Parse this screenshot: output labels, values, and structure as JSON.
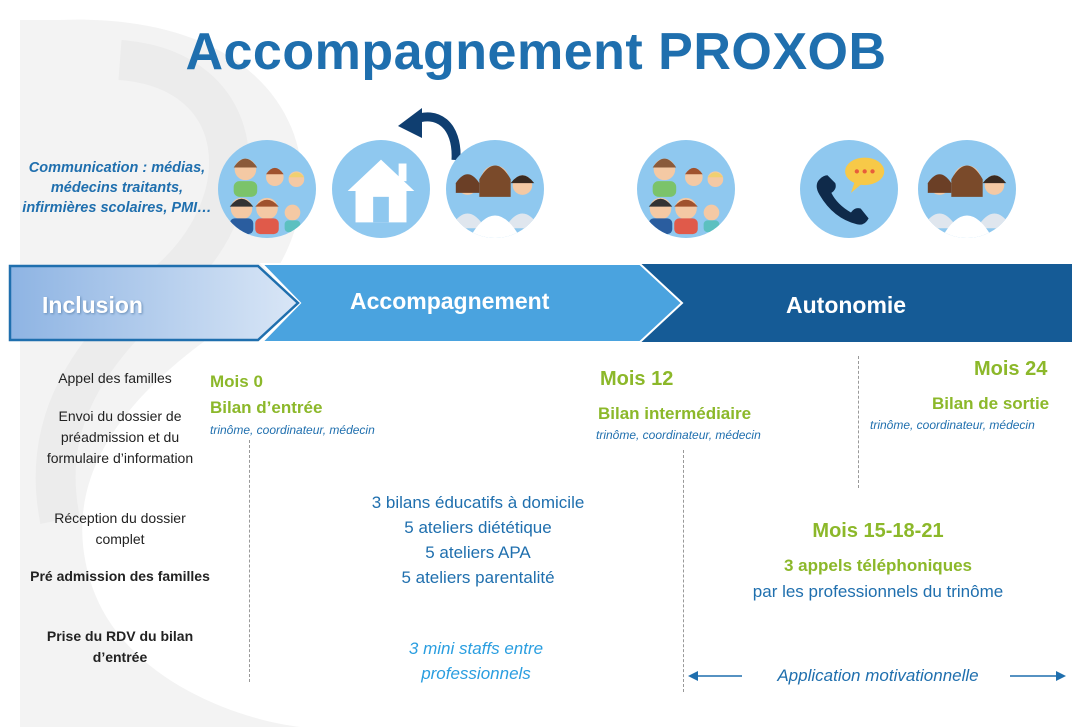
{
  "title": "Accompagnement PROXOB",
  "communication": "Communication : médias, médecins traitants, infirmières scolaires, PMI…",
  "icons": [
    "family-icon",
    "home-icon",
    "professionals-icon",
    "family-icon",
    "phone-chat-icon",
    "professionals-icon"
  ],
  "steps": [
    "Inclusion",
    "Accompagnement",
    "Autonomie"
  ],
  "colors": {
    "title": "#1f6fae",
    "green": "#8cb82a",
    "step1": "#a9c7ea",
    "step2": "#4aa3df",
    "step3": "#155b96",
    "circle": "#8fc8ef"
  },
  "left_items": [
    "Appel des familles",
    "Envoi du dossier de préadmission et du formulaire d’information",
    "Réception du dossier complet",
    "Pré admission des familles",
    "Prise du RDV du bilan d’entrée"
  ],
  "mois0": {
    "month": "Mois 0",
    "bilan": "Bilan d’entrée",
    "who": "trinôme, coordinateur, médecin"
  },
  "mois12": {
    "month": "Mois 12",
    "bilan": "Bilan intermédiaire",
    "who": "trinôme, coordinateur, médecin"
  },
  "mois24": {
    "month": "Mois 24",
    "bilan": "Bilan de sortie",
    "who": "trinôme, coordinateur, médecin"
  },
  "activities": [
    "3 bilans éducatifs à domicile",
    "5 ateliers diététique",
    "5 ateliers APA",
    "5 ateliers parentalité"
  ],
  "staffs": "3 mini staffs entre professionnels",
  "mois15": {
    "month": "Mois 15-18-21",
    "calls": "3 appels téléphoniques",
    "by": "par les professionnels du trinôme"
  },
  "app": "Application motivationnelle"
}
